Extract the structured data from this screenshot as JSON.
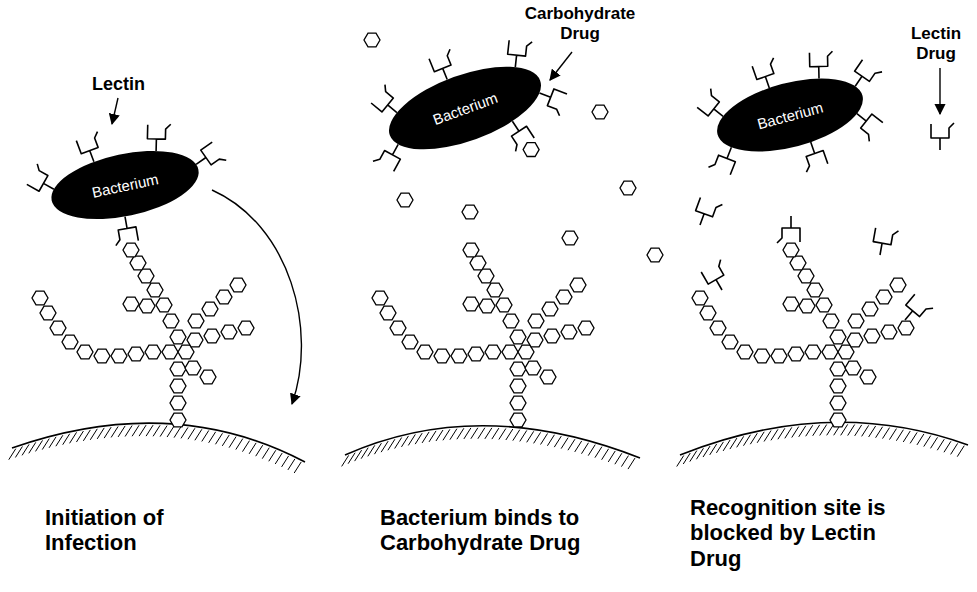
{
  "diagram": {
    "nodes": [
      {
        "text": [
          "Bacterium"
        ]
      },
      {
        "text": [
          "Bacterium"
        ]
      },
      {
        "text": [
          "Bacterium"
        ]
      }
    ],
    "labels": [
      "Lectin",
      "Carbohydrate Drug",
      "Lectin Drug",
      "Initiation of Infection",
      "Bacterium binds to Carbohydrate Drug",
      "Recognition site is blocked by Lectin Drug"
    ]
  }
}
